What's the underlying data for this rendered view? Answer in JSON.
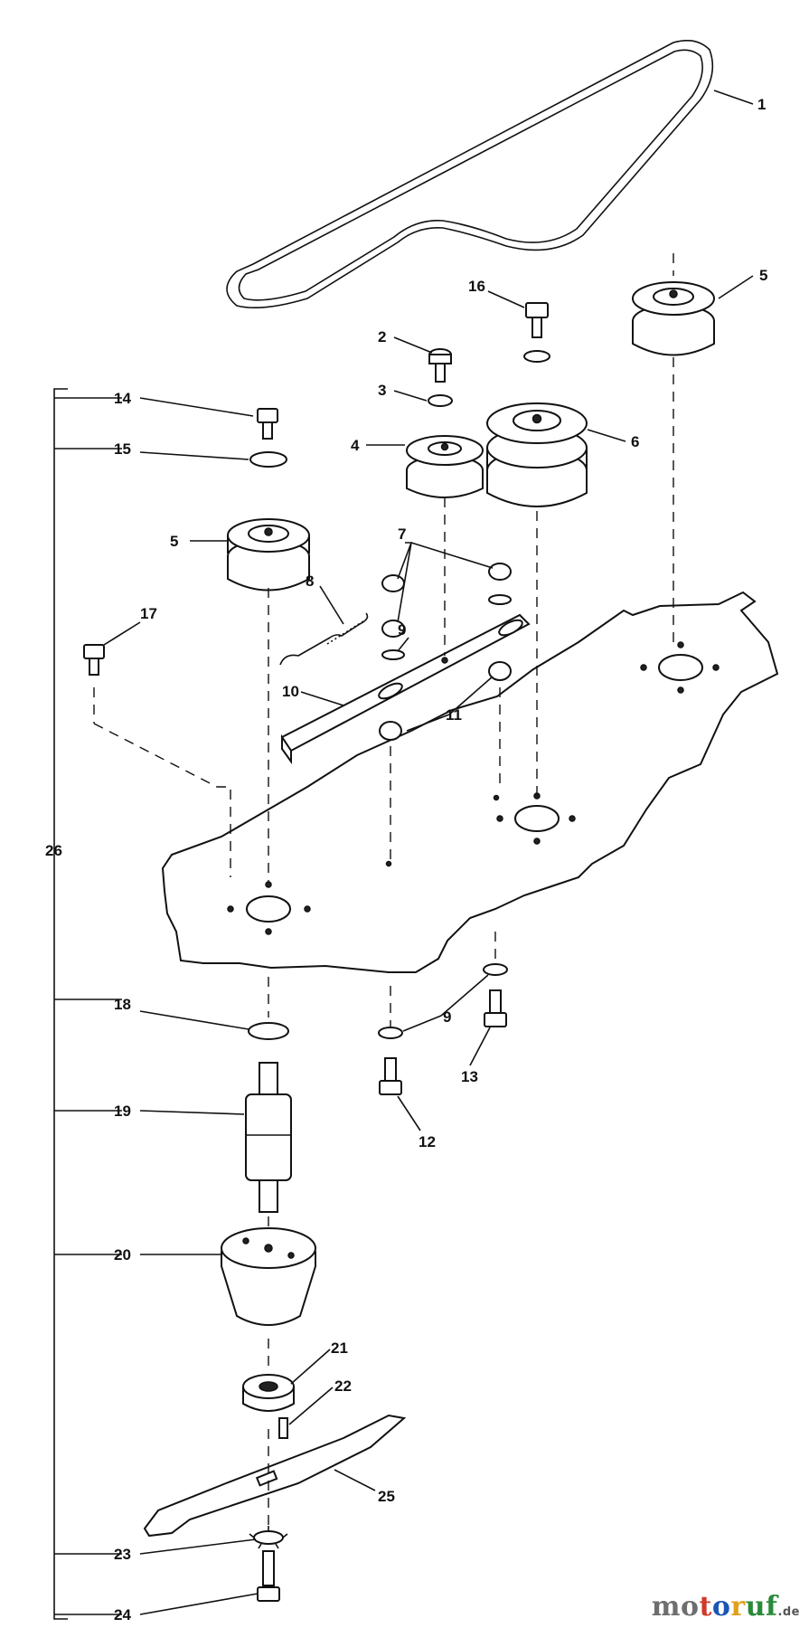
{
  "callouts": [
    {
      "id": "c1",
      "text": "1"
    },
    {
      "id": "c2",
      "text": "2"
    },
    {
      "id": "c3",
      "text": "3"
    },
    {
      "id": "c4",
      "text": "4"
    },
    {
      "id": "c5a",
      "text": "5"
    },
    {
      "id": "c5b",
      "text": "5"
    },
    {
      "id": "c6",
      "text": "6"
    },
    {
      "id": "c7",
      "text": "7"
    },
    {
      "id": "c8",
      "text": "8"
    },
    {
      "id": "c9a",
      "text": "9"
    },
    {
      "id": "c9b",
      "text": "9"
    },
    {
      "id": "c10",
      "text": "10"
    },
    {
      "id": "c11",
      "text": "11"
    },
    {
      "id": "c12",
      "text": "12"
    },
    {
      "id": "c13",
      "text": "13"
    },
    {
      "id": "c14",
      "text": "14"
    },
    {
      "id": "c15",
      "text": "15"
    },
    {
      "id": "c16",
      "text": "16"
    },
    {
      "id": "c17",
      "text": "17"
    },
    {
      "id": "c18",
      "text": "18"
    },
    {
      "id": "c19",
      "text": "19"
    },
    {
      "id": "c20",
      "text": "20"
    },
    {
      "id": "c21",
      "text": "21"
    },
    {
      "id": "c22",
      "text": "22"
    },
    {
      "id": "c23",
      "text": "23"
    },
    {
      "id": "c24",
      "text": "24"
    },
    {
      "id": "c25",
      "text": "25"
    },
    {
      "id": "c26",
      "text": "26"
    }
  ],
  "watermark": {
    "p1": "mo",
    "p2": "t",
    "p3": "o",
    "p4": "r",
    "p5": "uf",
    "tld": ".de"
  }
}
